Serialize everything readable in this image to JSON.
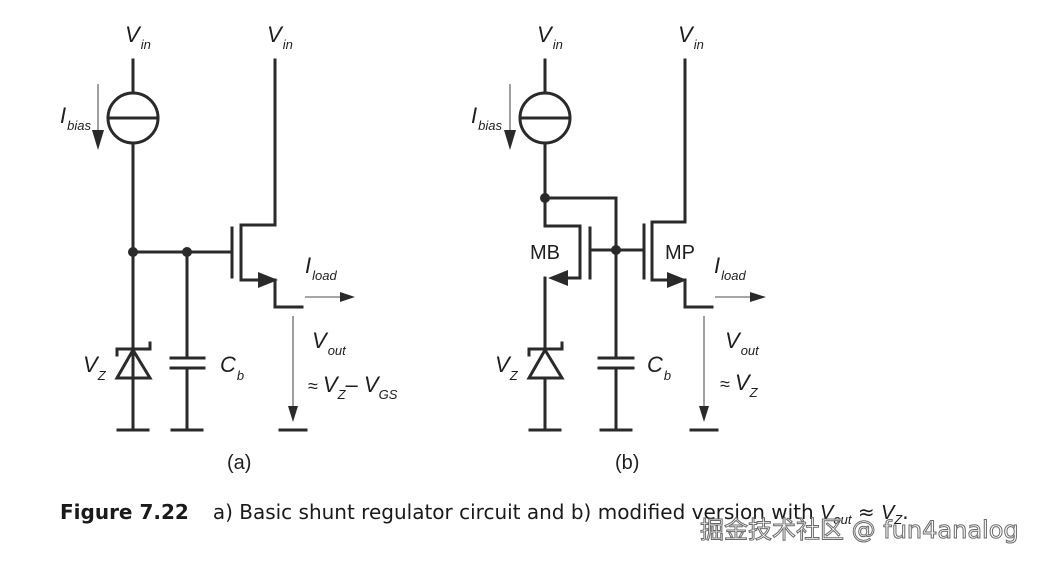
{
  "figure": {
    "number": "Figure 7.22",
    "caption_text": "a) Basic shunt regulator circuit and b) modified version with ",
    "caption_symbol_v": "V",
    "caption_symbol_sub": "out",
    "caption_approx": " ≈ ",
    "caption_symbol_vz": "V",
    "caption_symbol_vz_sub": "Z",
    "caption_end": "."
  },
  "circuit_a": {
    "panel_label": "(a)",
    "vin_left": {
      "main": "V",
      "sub": "in"
    },
    "vin_right": {
      "main": "V",
      "sub": "in"
    },
    "ibias": {
      "main": "I",
      "sub": "bias"
    },
    "iload": {
      "main": "I",
      "sub": "load"
    },
    "vz": {
      "main": "V",
      "sub": "Z"
    },
    "cb": {
      "main": "C",
      "sub": "b"
    },
    "vout": {
      "main": "V",
      "sub": "out"
    },
    "approx_expr": {
      "approx": "≈ ",
      "v1": "V",
      "v1_sub": "Z",
      "minus": "– ",
      "v2": "V",
      "v2_sub": "GS"
    }
  },
  "circuit_b": {
    "panel_label": "(b)",
    "vin_left": {
      "main": "V",
      "sub": "in"
    },
    "vin_right": {
      "main": "V",
      "sub": "in"
    },
    "ibias": {
      "main": "I",
      "sub": "bias"
    },
    "iload": {
      "main": "I",
      "sub": "load"
    },
    "vz": {
      "main": "V",
      "sub": "Z"
    },
    "cb": {
      "main": "C",
      "sub": "b"
    },
    "vout": {
      "main": "V",
      "sub": "out"
    },
    "approx_expr": {
      "approx": "≈ ",
      "v1": "V",
      "v1_sub": "Z"
    },
    "transistor_mb": "MB",
    "transistor_mp": "MP"
  },
  "watermark": "掘金技术社区 @ fun4analog"
}
